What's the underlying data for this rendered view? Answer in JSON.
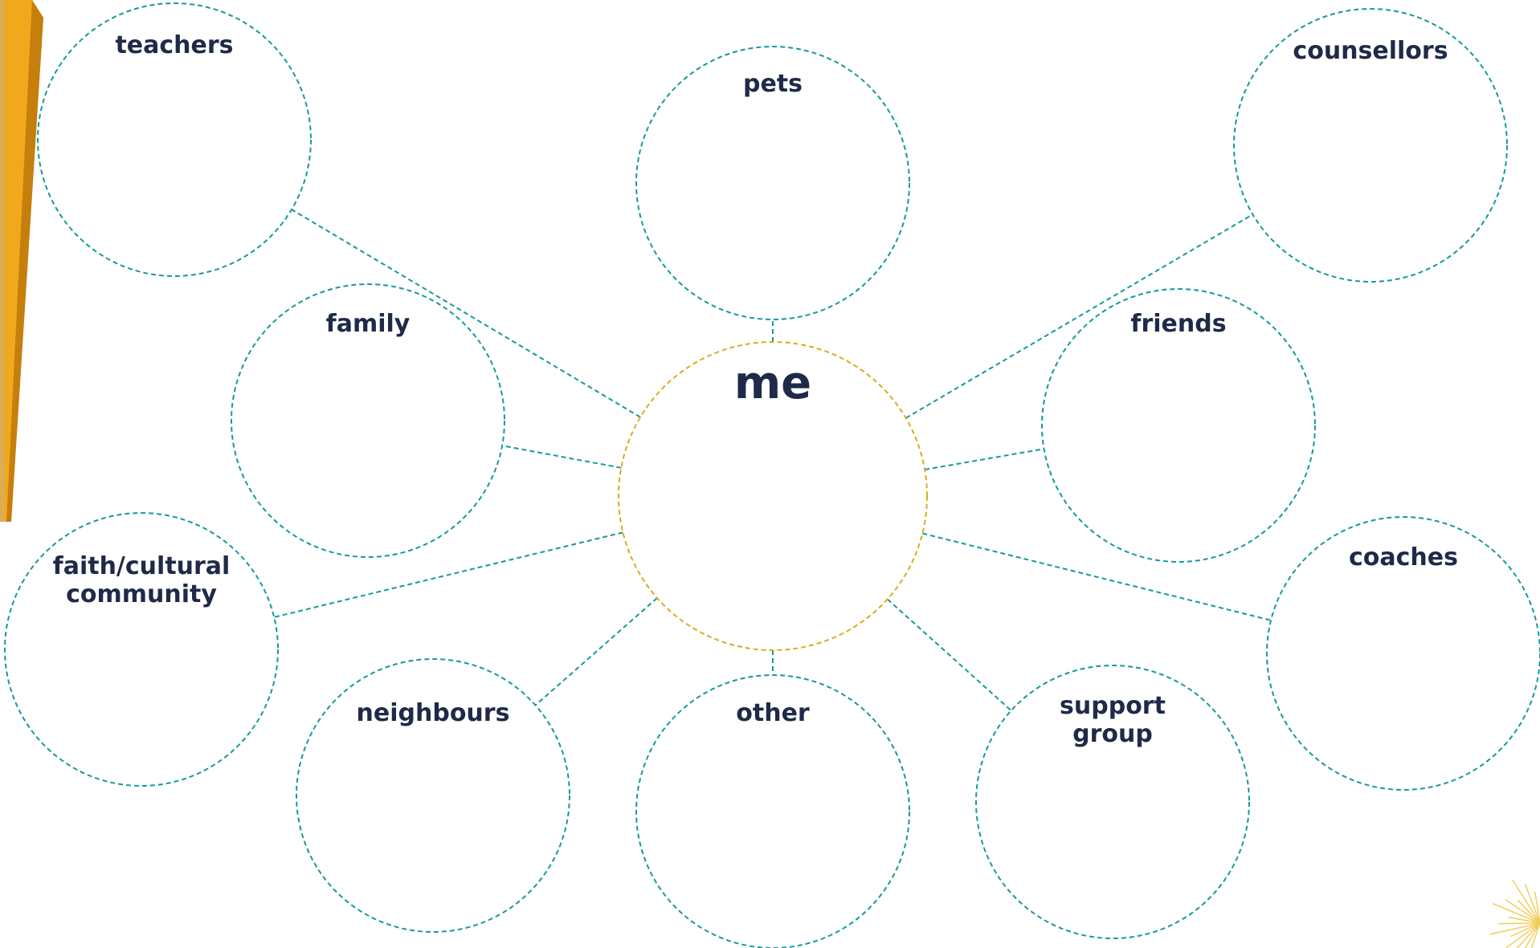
{
  "colors": {
    "text": "#1f2a48",
    "teal": "#159a9a",
    "gold": "#d8ad1a",
    "pencil_body": "#f2a81c",
    "pencil_edge": "#c67f0c",
    "sparkle": "#f0cf5a"
  },
  "center": {
    "label": "me"
  },
  "bubbles": [
    {
      "id": "teachers",
      "lines": [
        "teachers"
      ]
    },
    {
      "id": "pets",
      "lines": [
        "pets"
      ]
    },
    {
      "id": "counsellors",
      "lines": [
        "counsellors"
      ]
    },
    {
      "id": "family",
      "lines": [
        "family"
      ]
    },
    {
      "id": "friends",
      "lines": [
        "friends"
      ]
    },
    {
      "id": "faith-cultural-community",
      "lines": [
        "faith/cultural",
        "community"
      ]
    },
    {
      "id": "coaches",
      "lines": [
        "coaches"
      ]
    },
    {
      "id": "neighbours",
      "lines": [
        "neighbours"
      ]
    },
    {
      "id": "other",
      "lines": [
        "other"
      ]
    },
    {
      "id": "support-group",
      "lines": [
        "support",
        "group"
      ]
    }
  ],
  "decorations": {
    "pencil": "pencil-icon",
    "sparkle": "sparkle-icon"
  }
}
